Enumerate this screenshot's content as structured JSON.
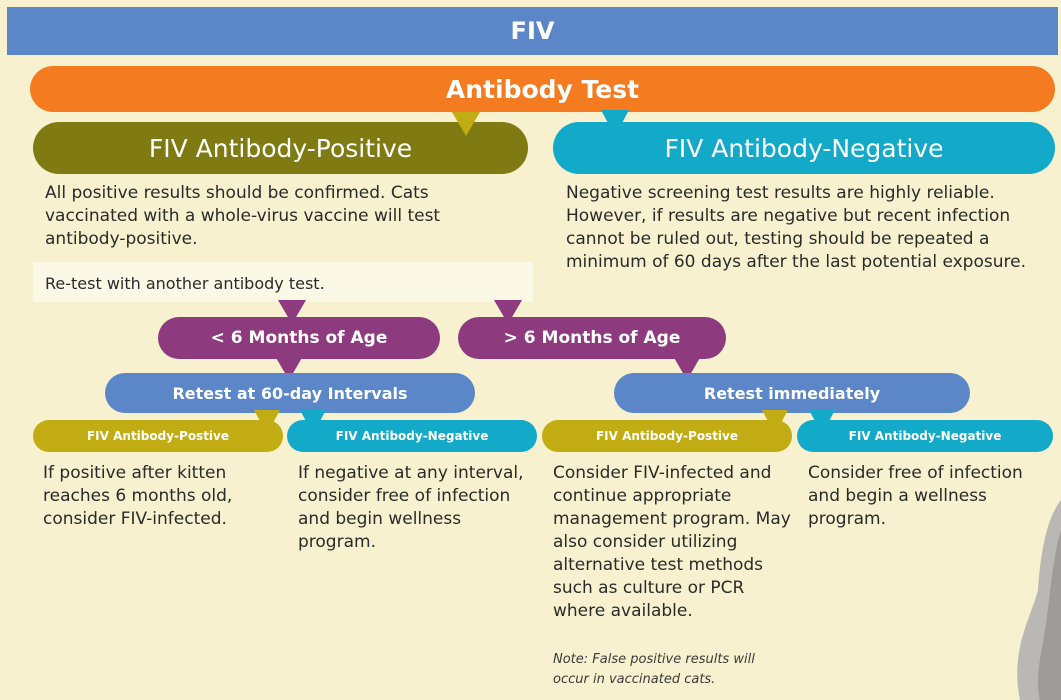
{
  "header": {
    "title": "FIV"
  },
  "antibody_test": {
    "label": "Antibody Test"
  },
  "positive": {
    "label": "FIV Antibody-Positive",
    "description": "All positive results should be confirmed. Cats vaccinated with a whole-virus vaccine will test antibody-positive.",
    "retest": "Re-test with another antibody test."
  },
  "negative": {
    "label": "FIV Antibody-Negative",
    "description": "Negative screening test results are highly reliable. However, if results are negative but recent infection cannot be ruled out, testing should be repeated a minimum of 60 days after the last potential exposure."
  },
  "age_under": {
    "label": "< 6 Months of Age"
  },
  "age_over": {
    "label": "> 6 Months of Age"
  },
  "retest_interval": {
    "label": "Retest at 60-day Intervals"
  },
  "retest_immediate": {
    "label": "Retest immediately"
  },
  "outcomes": [
    {
      "label": "FIV Antibody-Postive",
      "text": "If positive after kitten reaches 6 months old, consider FIV-infected."
    },
    {
      "label": "FIV Antibody-Negative",
      "text": "If negative at any interval, consider free of infection and begin wellness program."
    },
    {
      "label": "FIV Antibody-Postive",
      "text": "Consider FIV-infected and continue appropriate management program. May also consider utilizing alternative test methods such as culture or PCR where available.",
      "note": "Note: False positive results will occur in vaccinated cats."
    },
    {
      "label": "FIV Antibody-Negative",
      "text": "Consider free of infection and begin a wellness program."
    }
  ],
  "colors": {
    "header": "#5b87c8",
    "antibody_test": "#f47b20",
    "positive": "#7f7a12",
    "negative": "#13a9c9",
    "age": "#8e3a7e",
    "outcome_positive": "#c1ad13"
  }
}
